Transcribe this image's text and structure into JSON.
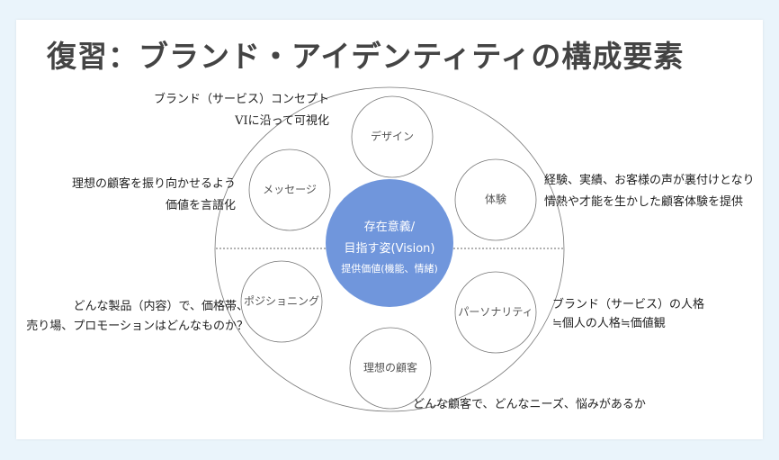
{
  "title": "復習：ブランド・アイデンティティの構成要素",
  "core": {
    "line1": "存在意義/",
    "line2": "目指す姿(Vision)",
    "line3": "提供価値(機能、情緒)",
    "color": "#7096dc"
  },
  "elements": {
    "design": "デザイン",
    "message": "メッセージ",
    "experience": "体験",
    "positioning": "ポジショニング",
    "personality": "パーソナリティ",
    "customer": "理想の顧客"
  },
  "notes": {
    "design": [
      "ブランド（サービス）コンセプト",
      "VIに沿って可視化"
    ],
    "message": [
      "理想の顧客を振り向かせるよう",
      "価値を言語化"
    ],
    "experience": [
      "経験、実績、お客様の声が裏付けとなり",
      "情熱や才能を生かした顧客体験を提供"
    ],
    "positioning": [
      "どんな製品（内容）で、価格帯、",
      "売り場、プロモーションはどんなものか？"
    ],
    "personality": [
      "ブランド（サービス）の人格",
      "≒個人の人格≒価値観"
    ],
    "customer": [
      "どんな顧客で、どんなニーズ、悩みがあるか"
    ]
  }
}
